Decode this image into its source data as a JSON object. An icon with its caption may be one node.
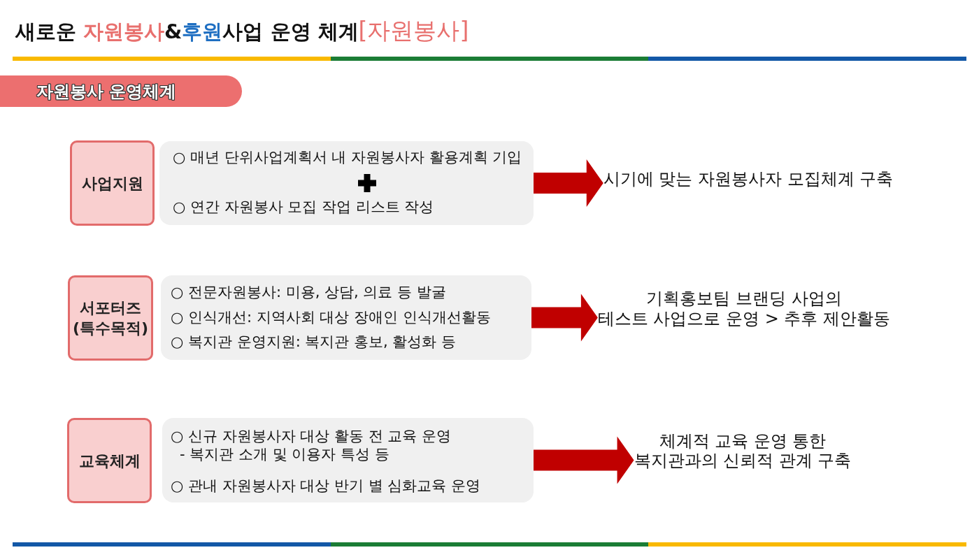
{
  "diagram": {
    "title": "새로운 **자원봉사**&**후원**사업 운영 체계**[자원봉사]**",
    "nodes": [
      {
        "text": [
          "자원봉사 운영체계"
        ]
      },
      {
        "text": [
          "사업지원"
        ]
      },
      {
        "text": [
          "○ 매년 단위사업계획서 내 자원봉사자 활용계획 기입",
          "○ 연간 자원봉사 모집 작업 리스트 작성"
        ]
      },
      {
        "text": [
          "시기에 맞는 자원봉사자 모집체계 구축"
        ]
      },
      {
        "text": [
          "서포터즈 (특수목적)"
        ]
      },
      {
        "text": [
          "○ 전문자원봉사: 미용, 상담, 의료 등 발굴",
          "○ 인식개선: 지역사회 대상 장애인 인식개선활동",
          "○ 복지관 운영지원: 복지관 홍보, 활성화 등"
        ]
      },
      {
        "text": [
          "기획홍보팀 브랜딩 사업의 테스트 사업으로 운영 > 추후 제안활동"
        ]
      },
      {
        "text": [
          "교육체계"
        ]
      },
      {
        "text": [
          "○ 신규 자원봉사자 대상 활동 전 교육 운영",
          "- 복지관 소개 및 이용자 특성 등",
          "○ 관내 자원봉사자 대상 반기 별 심화교육 운영"
        ]
      },
      {
        "text": [
          "체계적 교육 운영 통한 복지관과의 신뢰적 관계 구축"
        ]
      }
    ],
    "edges": [
      {
        "from": 2,
        "to": 3,
        "arrow": "to"
      },
      {
        "from": 5,
        "to": 6,
        "arrow": "to"
      },
      {
        "from": 8,
        "to": 9,
        "arrow": "to"
      }
    ]
  }
}
